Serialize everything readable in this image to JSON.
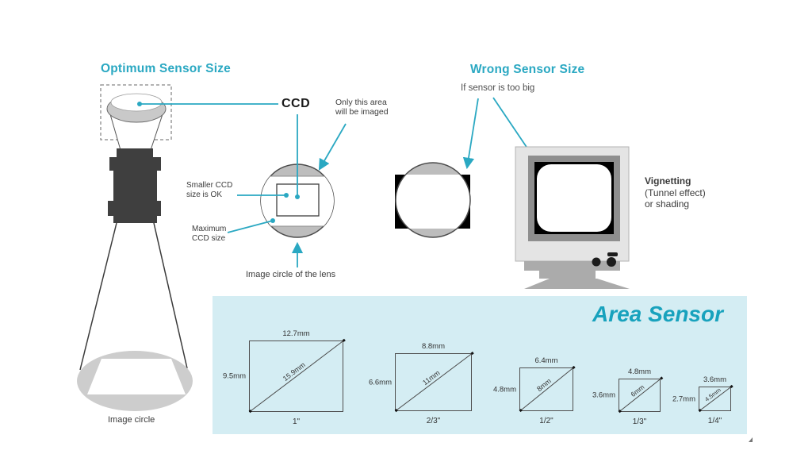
{
  "optimum": {
    "title": "Optimum Sensor Size",
    "ccd_label": "CCD",
    "imaged_area_note_line1": "Only this area",
    "imaged_area_note_line2": "will be imaged",
    "smaller_ccd_line1": "Smaller CCD",
    "smaller_ccd_line2": "size is OK",
    "maximum_ccd_line1": "Maximum",
    "maximum_ccd_line2": "CCD size",
    "lens_circle_caption": "Image circle of the lens",
    "image_circle_caption": "Image circle"
  },
  "wrong": {
    "title": "Wrong Sensor Size",
    "subtitle": "If sensor is too big",
    "vignetting_line1": "Vignetting",
    "vignetting_line2": "(Tunnel effect)",
    "vignetting_line3": "or shading"
  },
  "area_sensor": {
    "title": "Area Sensor",
    "sensors": [
      {
        "name": "1\"",
        "width_mm": "12.7mm",
        "height_mm": "9.5mm",
        "diagonal_mm": "15.9mm"
      },
      {
        "name": "2/3\"",
        "width_mm": "8.8mm",
        "height_mm": "6.6mm",
        "diagonal_mm": "11mm"
      },
      {
        "name": "1/2\"",
        "width_mm": "6.4mm",
        "height_mm": "4.8mm",
        "diagonal_mm": "8mm"
      },
      {
        "name": "1/3\"",
        "width_mm": "4.8mm",
        "height_mm": "3.6mm",
        "diagonal_mm": "6mm"
      },
      {
        "name": "1/4\"",
        "width_mm": "3.6mm",
        "height_mm": "2.7mm",
        "diagonal_mm": "4.5mm"
      }
    ]
  },
  "colors": {
    "accent_teal": "#2aa8c2",
    "area_title_teal": "#18a2bd",
    "panel_background": "#d4edf3",
    "image_circle_gray": "#bdbdbd",
    "lens_dark": "#3f3f3f",
    "vignette_black": "#000000"
  }
}
